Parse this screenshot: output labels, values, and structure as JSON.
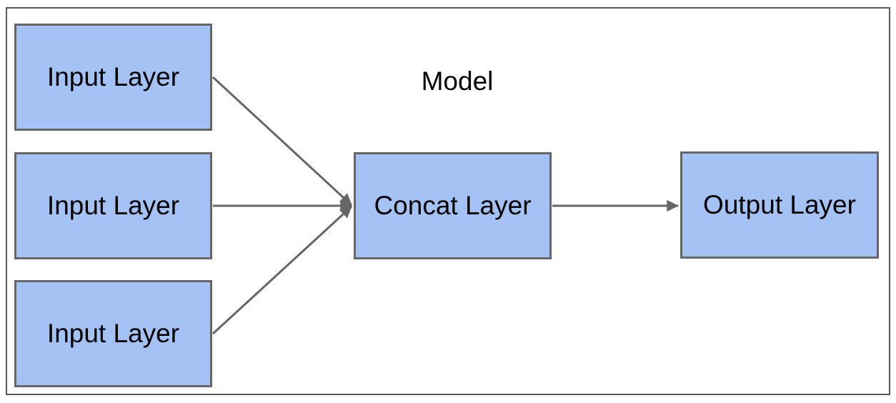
{
  "diagram": {
    "title": "Model",
    "nodes": [
      {
        "id": "input-1",
        "label": "Input Layer"
      },
      {
        "id": "input-2",
        "label": "Input Layer"
      },
      {
        "id": "input-3",
        "label": "Input Layer"
      },
      {
        "id": "concat",
        "label": "Concat Layer"
      },
      {
        "id": "output",
        "label": "Output Layer"
      }
    ],
    "edges": [
      {
        "from": "input-1",
        "to": "concat"
      },
      {
        "from": "input-2",
        "to": "concat"
      },
      {
        "from": "input-3",
        "to": "concat"
      },
      {
        "from": "concat",
        "to": "output"
      }
    ],
    "colors": {
      "node_fill": "#a4c2f4",
      "node_border": "#666666",
      "edge": "#666666",
      "frame_border": "#595959",
      "text": "#000000"
    }
  }
}
